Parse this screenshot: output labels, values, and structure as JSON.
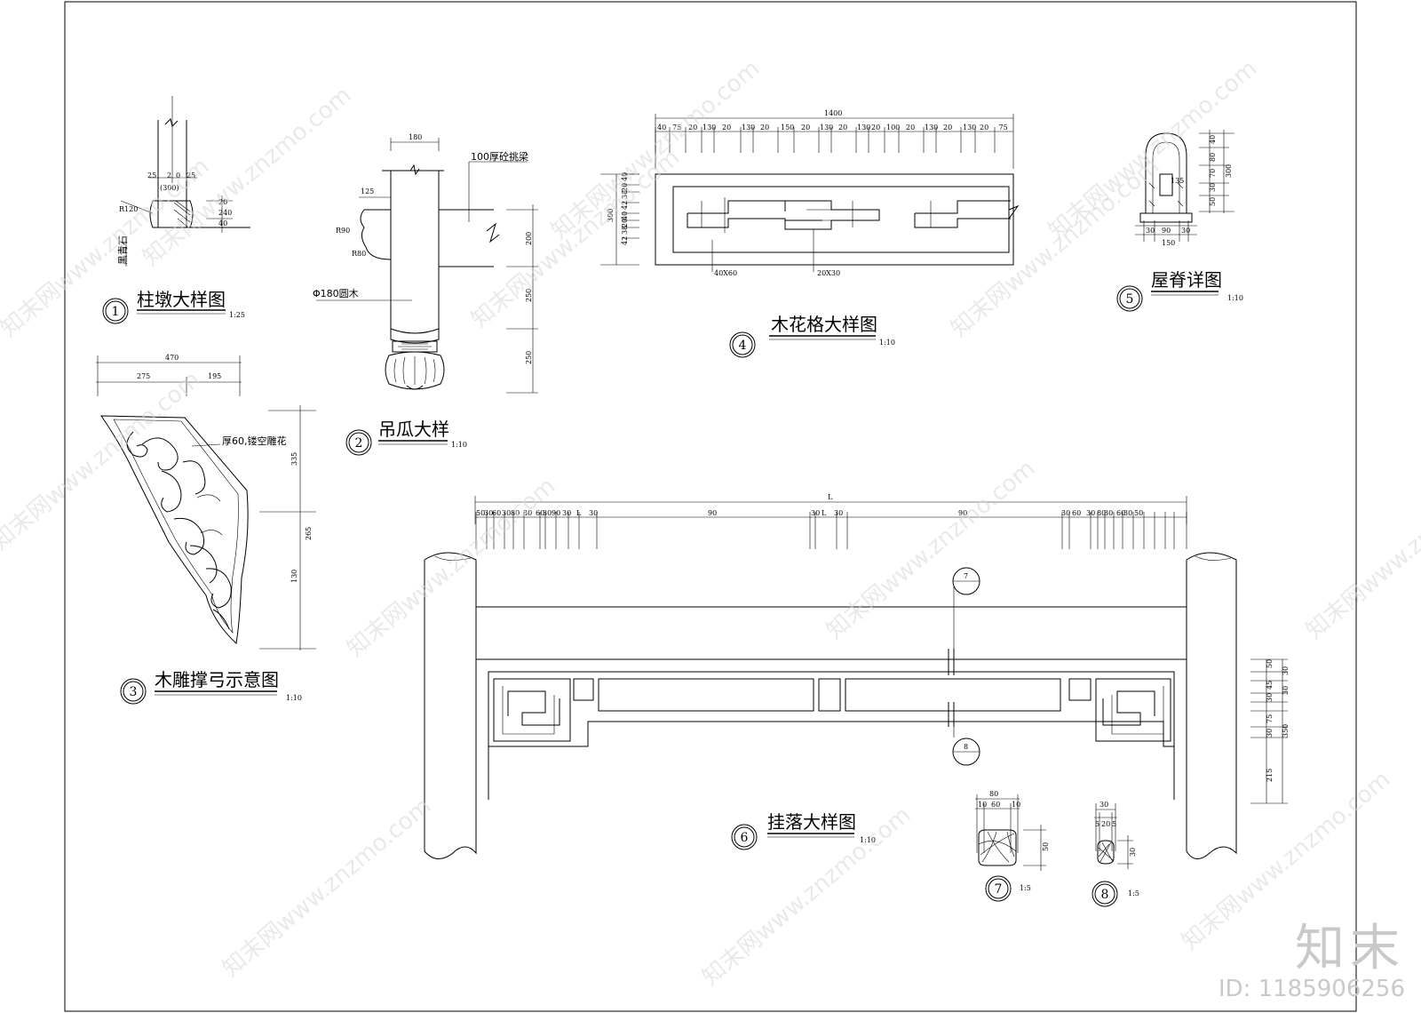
{
  "drawings": {
    "d1": {
      "number": "1",
      "title": "柱墩大样图",
      "scale": "1:25",
      "labels": {
        "radius": "R120",
        "material": "黑青石",
        "section": "(300)"
      },
      "dims": [
        "25",
        "2",
        "0",
        "25",
        "20",
        "240",
        "40"
      ]
    },
    "d2": {
      "number": "2",
      "title": "吊瓜大样",
      "scale": "1:10",
      "labels": {
        "beam": "100厚砼挑梁",
        "post": "Φ180圆木",
        "r1": "R90",
        "r2": "R80"
      },
      "dims": [
        "180",
        "125",
        "200",
        "250",
        "250"
      ]
    },
    "d3": {
      "number": "3",
      "title": "木雕撑弓示意图",
      "scale": "1:10",
      "labels": {
        "note": "厚60,镂空雕花"
      },
      "dims": [
        "470",
        "275",
        "195",
        "335",
        "265",
        "130"
      ]
    },
    "d4": {
      "number": "4",
      "title": "木花格大样图",
      "scale": "1:10",
      "labels": {
        "member1": "40X60",
        "member2": "20X30"
      },
      "dims": [
        "1400",
        "40",
        "75",
        "20",
        "130",
        "20",
        "130",
        "20",
        "150",
        "20",
        "130",
        "20",
        "130",
        "20",
        "100",
        "20",
        "130",
        "20",
        "130",
        "20",
        "75",
        "300",
        "40",
        "20",
        "38",
        "42",
        "40",
        "20",
        "38",
        "42"
      ]
    },
    "d5": {
      "number": "5",
      "title": "屋脊详图",
      "scale": "1:10",
      "dims": [
        "40",
        "80",
        "70",
        "30",
        "50",
        "300",
        "150",
        "30",
        "90",
        "30",
        "135"
      ]
    },
    "d6": {
      "number": "6",
      "title": "挂落大样图",
      "scale": "1:10",
      "dims_top": [
        "L",
        "50",
        "30",
        "60",
        "30",
        "80",
        "30",
        "60",
        "30",
        "90",
        "30",
        "L",
        "30",
        "90",
        "30",
        "L",
        "30",
        "90",
        "30",
        "60",
        "30",
        "80",
        "30",
        "60",
        "30",
        "50"
      ],
      "dims_right": [
        "50",
        "30",
        "45",
        "30",
        "30",
        "75",
        "30",
        "350",
        "215"
      ],
      "callouts": [
        "7",
        "8"
      ]
    },
    "d7": {
      "number": "7",
      "scale": "1:5",
      "dims": [
        "80",
        "10",
        "60",
        "10",
        "50"
      ]
    },
    "d8": {
      "number": "8",
      "scale": "1:5",
      "dims": [
        "30",
        "5",
        "20",
        "5",
        "30"
      ]
    }
  },
  "watermark": {
    "text": "知末网www.znzmo.com",
    "logo": "知末",
    "id": "ID: 1185906256"
  }
}
